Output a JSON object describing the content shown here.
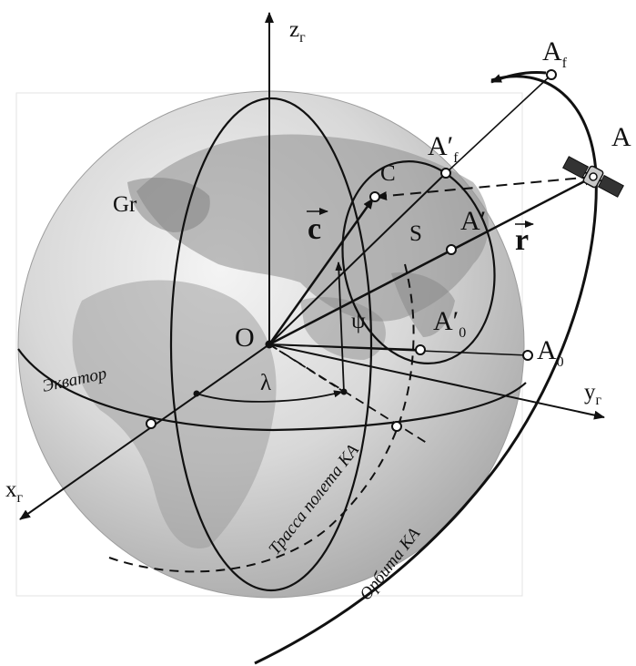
{
  "axes": {
    "z": {
      "base": "z",
      "sub": "г"
    },
    "y": {
      "base": "y",
      "sub": "г"
    },
    "x": {
      "base": "x",
      "sub": "г"
    }
  },
  "points": {
    "origin": "O",
    "C": "C",
    "A": "A",
    "A_f": {
      "base": "A",
      "sub": "f"
    },
    "A_prime_f": {
      "base": "A′",
      "sub": "f"
    },
    "A_prime": "A′",
    "A_prime_0": {
      "base": "A′",
      "sub": "0"
    },
    "A_0": {
      "base": "A",
      "sub": "0"
    }
  },
  "vectors": {
    "c": "c",
    "r": "r"
  },
  "labels": {
    "greenwich": "Gr",
    "area": "S",
    "latitude": "ψ",
    "longitude": "λ",
    "equator": "Экватор",
    "ground_track": "Трасса полета КА",
    "orbit": "Орбита КА"
  }
}
